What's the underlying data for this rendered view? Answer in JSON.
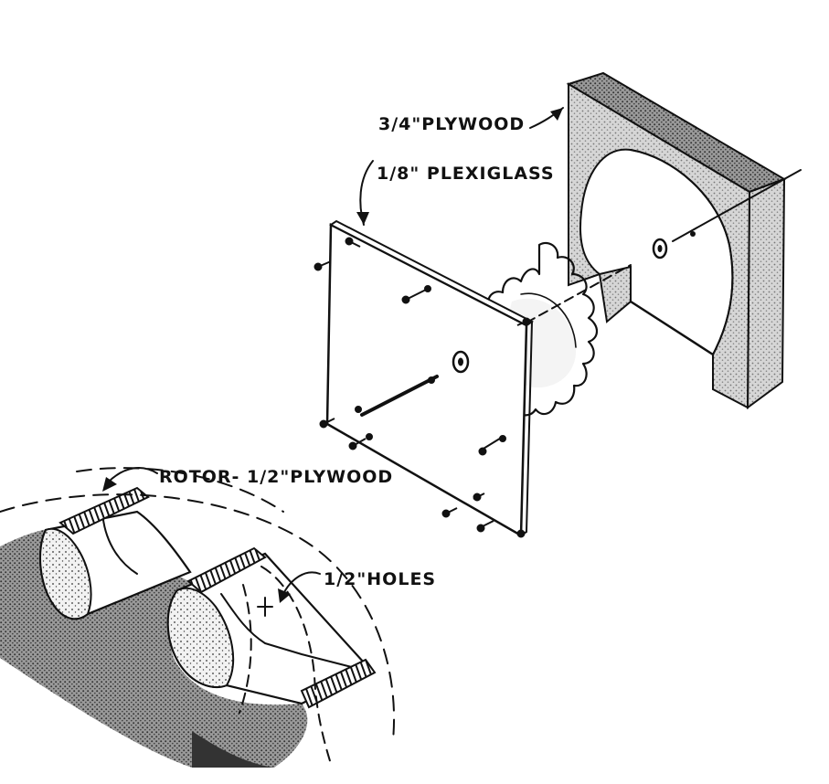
{
  "labels": {
    "backing_board": "3/4\"PLYWOOD",
    "cover_plate": "1/8\" PLEXIGLASS",
    "rotor": "ROTOR- 1/2\"PLYWOOD",
    "holes": "1/2\"HOLES"
  },
  "colors": {
    "ink": "#111111",
    "paper": "#ffffff"
  }
}
